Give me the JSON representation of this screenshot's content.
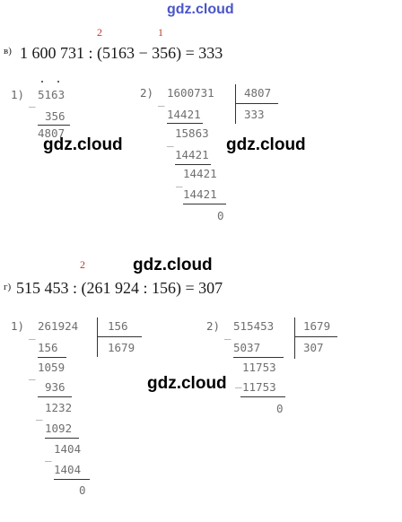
{
  "site_header": "gdz.cloud",
  "watermarks": [
    "gdz.cloud",
    "gdz.cloud",
    "gdz.cloud",
    "gdz.cloud"
  ],
  "task_v": {
    "label": "в)",
    "expression": "1 600 731 : (5163 − 356) = 333",
    "order_marks": [
      "2",
      "1"
    ],
    "step1": {
      "label": "1)",
      "minuend": "5163",
      "subtrahend": "356",
      "result": "4807"
    },
    "step2": {
      "label": "2)",
      "dividend": "1600731",
      "divisor": "4807",
      "quotient": "333",
      "lines": [
        "14421",
        "15863",
        "14421",
        "14421",
        "14421",
        "0"
      ]
    }
  },
  "task_g": {
    "label": "г)",
    "expression": "515 453 : (261 924 : 156) = 307",
    "order_marks": [
      "2"
    ],
    "step1": {
      "label": "1)",
      "dividend": "261924",
      "divisor": "156",
      "quotient": "1679",
      "lines": [
        "156",
        "1059",
        "936",
        "1232",
        "1092",
        "1404",
        "1404",
        "0"
      ]
    },
    "step2": {
      "label": "2)",
      "dividend": "515453",
      "divisor": "1679",
      "quotient": "307",
      "lines": [
        "5037",
        "11753",
        "11753",
        "0"
      ]
    }
  }
}
